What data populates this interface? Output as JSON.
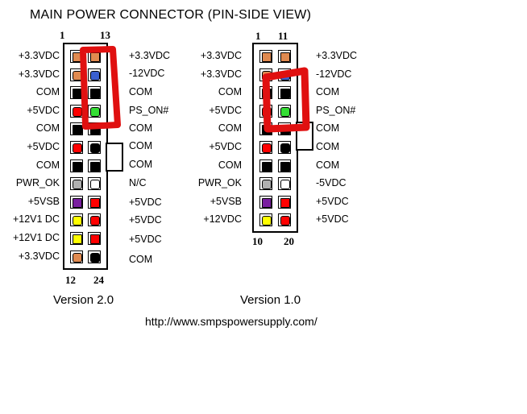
{
  "title": "MAIN POWER CONNECTOR  (PIN-SIDE VIEW)",
  "v2": {
    "caption": "Version 2.0",
    "top_left_num": "1",
    "top_right_num": "13",
    "bottom_left_num": "12",
    "bottom_right_num": "24",
    "left_labels": [
      "+3.3VDC",
      "+3.3VDC",
      "COM",
      "+5VDC",
      "COM",
      "+5VDC",
      "COM",
      "PWR_OK",
      "+5VSB",
      "+12V1 DC",
      "+12V1 DC",
      "+3.3VDC"
    ],
    "right_labels": [
      "+3.3VDC",
      "-12VDC",
      "COM",
      "PS_ON#",
      "COM",
      "COM",
      "COM",
      "N/C",
      "+5VDC",
      "+5VDC",
      "+5VDC",
      "COM"
    ],
    "left_colors": [
      "#e08a50",
      "#e08a50",
      "#000000",
      "#ff0000",
      "#000000",
      "#ff0000",
      "#000000",
      "#b0b0b0",
      "#7a1fa0",
      "#ffff00",
      "#ffff00",
      "#e08a50"
    ],
    "right_colors": [
      "#e08a50",
      "#3a5fd0",
      "#000000",
      "#33dd33",
      "#000000",
      "#000000",
      "#000000",
      "#ffffff",
      "#ff0000",
      "#ff0000",
      "#ff0000",
      "#000000"
    ]
  },
  "v1": {
    "caption": "Version 1.0",
    "top_left_num": "1",
    "top_right_num": "11",
    "bottom_left_num": "10",
    "bottom_right_num": "20",
    "left_labels": [
      "+3.3VDC",
      "+3.3VDC",
      "COM",
      "+5VDC",
      "COM",
      "+5VDC",
      "COM",
      "PWR_OK",
      "+5VSB",
      "+12VDC"
    ],
    "right_labels": [
      "+3.3VDC",
      "-12VDC",
      "COM",
      "PS_ON#",
      "COM",
      "COM",
      "COM",
      "-5VDC",
      "+5VDC",
      "+5VDC"
    ],
    "left_colors": [
      "#e08a50",
      "#e08a50",
      "#000000",
      "#ff0000",
      "#000000",
      "#ff0000",
      "#000000",
      "#b0b0b0",
      "#7a1fa0",
      "#ffff00"
    ],
    "right_colors": [
      "#e08a50",
      "#3a5fd0",
      "#000000",
      "#33dd33",
      "#000000",
      "#000000",
      "#000000",
      "#ffffff",
      "#ff0000",
      "#ff0000"
    ]
  },
  "url": "http://www.smpspowersupply.com/",
  "highlight_color": "#e01010"
}
